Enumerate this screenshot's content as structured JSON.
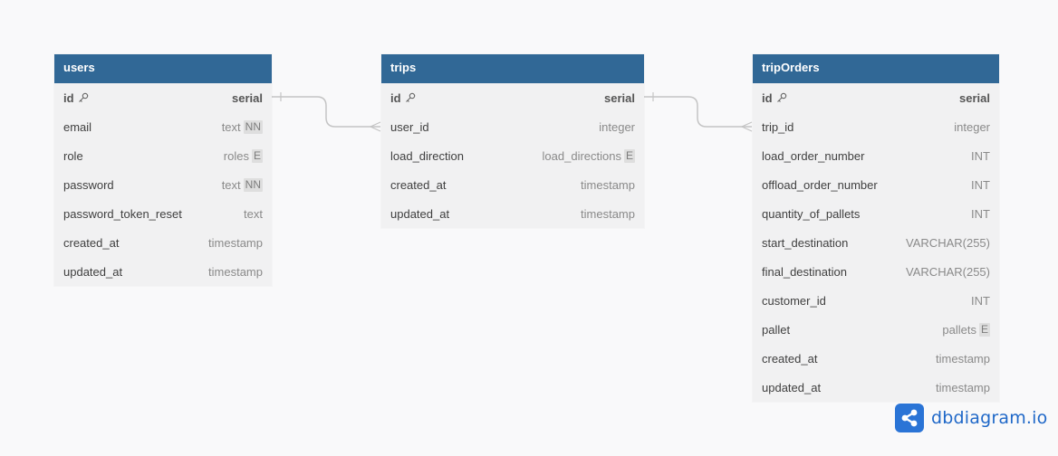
{
  "tables": {
    "users": {
      "name": "users",
      "fields": [
        {
          "name": "id",
          "type": "serial",
          "pk": true,
          "badge": ""
        },
        {
          "name": "email",
          "type": "text",
          "badge": "NN"
        },
        {
          "name": "role",
          "type": "roles",
          "badge": "E"
        },
        {
          "name": "password",
          "type": "text",
          "badge": "NN"
        },
        {
          "name": "password_token_reset",
          "type": "text",
          "badge": ""
        },
        {
          "name": "created_at",
          "type": "timestamp",
          "badge": ""
        },
        {
          "name": "updated_at",
          "type": "timestamp",
          "badge": ""
        }
      ]
    },
    "trips": {
      "name": "trips",
      "fields": [
        {
          "name": "id",
          "type": "serial",
          "pk": true,
          "badge": ""
        },
        {
          "name": "user_id",
          "type": "integer",
          "badge": ""
        },
        {
          "name": "load_direction",
          "type": "load_directions",
          "badge": "E"
        },
        {
          "name": "created_at",
          "type": "timestamp",
          "badge": ""
        },
        {
          "name": "updated_at",
          "type": "timestamp",
          "badge": ""
        }
      ]
    },
    "tripOrders": {
      "name": "tripOrders",
      "fields": [
        {
          "name": "id",
          "type": "serial",
          "pk": true,
          "badge": ""
        },
        {
          "name": "trip_id",
          "type": "integer",
          "badge": ""
        },
        {
          "name": "load_order_number",
          "type": "INT",
          "badge": ""
        },
        {
          "name": "offload_order_number",
          "type": "INT",
          "badge": ""
        },
        {
          "name": "quantity_of_pallets",
          "type": "INT",
          "badge": ""
        },
        {
          "name": "start_destination",
          "type": "VARCHAR(255)",
          "badge": ""
        },
        {
          "name": "final_destination",
          "type": "VARCHAR(255)",
          "badge": ""
        },
        {
          "name": "customer_id",
          "type": "INT",
          "badge": ""
        },
        {
          "name": "pallet",
          "type": "pallets",
          "badge": "E"
        },
        {
          "name": "created_at",
          "type": "timestamp",
          "badge": ""
        },
        {
          "name": "updated_at",
          "type": "timestamp",
          "badge": ""
        }
      ]
    }
  },
  "relationships": [
    {
      "from": "users.id",
      "to": "trips.user_id",
      "from_card": "one",
      "to_card": "many"
    },
    {
      "from": "trips.id",
      "to": "tripOrders.trip_id",
      "from_card": "one",
      "to_card": "many"
    }
  ],
  "colors": {
    "header": "#316896",
    "table_bg": "#f1f1f2",
    "canvas": "#f9f9fa",
    "connector": "#c4c4c4",
    "brand": "#2a74d6"
  },
  "brand": {
    "text": "dbdiagram.io",
    "icon": "share-nodes-icon"
  }
}
